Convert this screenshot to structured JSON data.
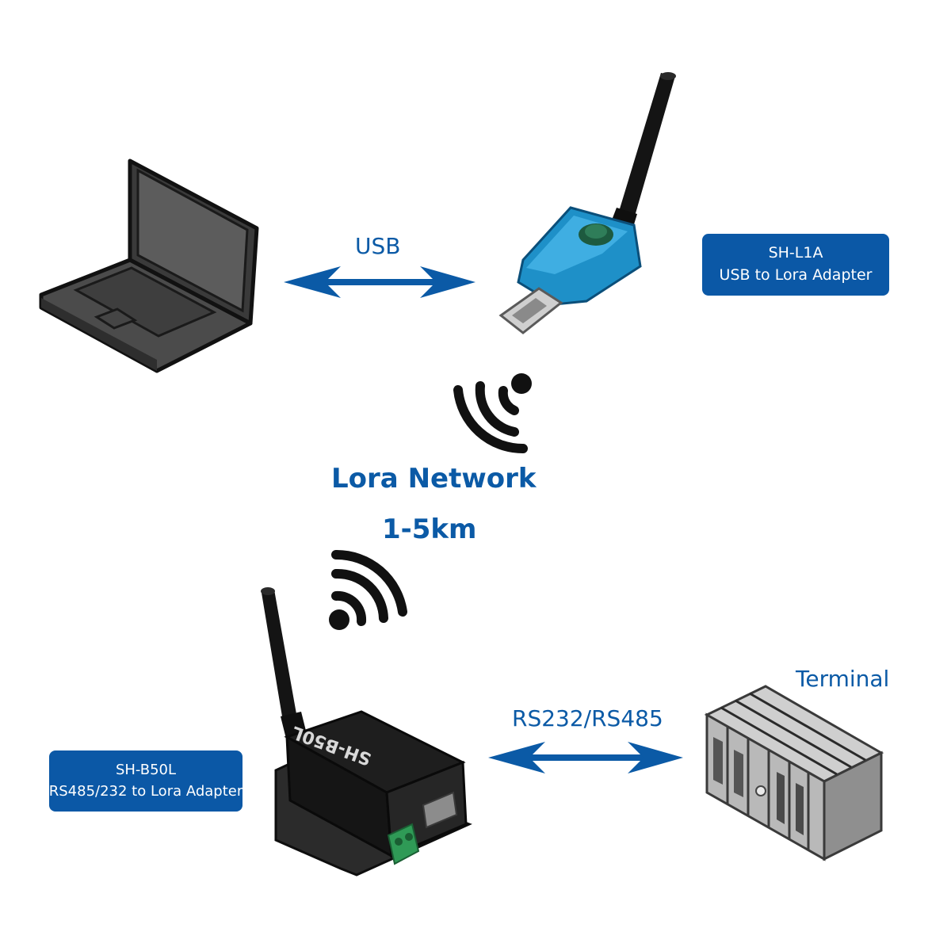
{
  "colors": {
    "accent": "#0b5aa6",
    "tag_background": "#0b58a6",
    "tag_text": "#ffffff",
    "usb_adapter": "#1e90c8",
    "device_body": "#1f1f1f",
    "terminal_body": "#d4d4d4"
  },
  "links": {
    "usb_label": "USB",
    "serial_label": "RS232/RS485"
  },
  "network": {
    "name": "Lora Network",
    "range": "1-5km"
  },
  "devices": {
    "usb_adapter": {
      "model": "SH-L1A",
      "description": "USB to Lora Adapter"
    },
    "serial_adapter": {
      "model": "SH-B50L",
      "description": "RS485/232 to Lora Adapter",
      "printed_name": "SH-B50L"
    },
    "terminal": {
      "label": "Terminal"
    }
  },
  "icons": {
    "computer": "laptop-icon",
    "wireless_top": "wifi-signal-icon",
    "wireless_bottom": "wifi-signal-icon"
  }
}
